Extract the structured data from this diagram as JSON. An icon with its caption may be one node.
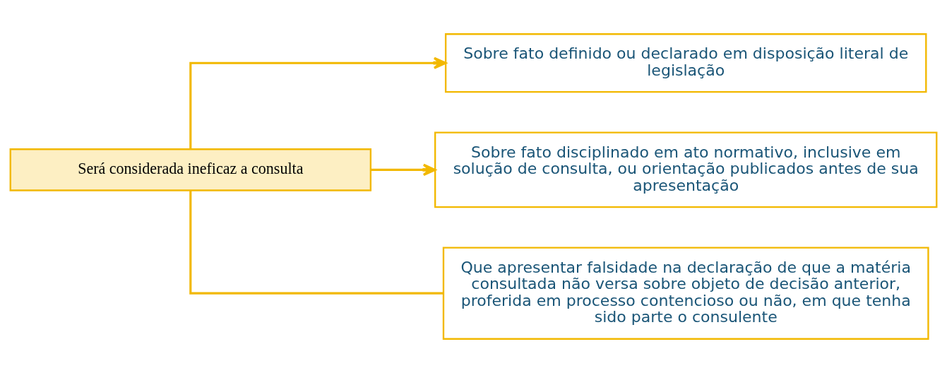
{
  "diagram": {
    "nodes": [
      {
        "text": [
          "Será considerada ineficaz a consulta"
        ]
      },
      {
        "text": [
          "Sobre fato definido ou declarado em disposição literal de legislação"
        ]
      },
      {
        "text": [
          "Sobre fato disciplinado em ato normativo, inclusive em solução de consulta, ou orientação publicados antes de sua apresentação"
        ]
      },
      {
        "text": [
          "Que apresentar falsidade na declaração de que a matéria consultada não versa sobre objeto de decisão anterior, proferida em processo contencioso ou não, em que tenha sido parte o consulente"
        ]
      }
    ],
    "edges": [
      {
        "from": 0,
        "to": 1,
        "arrow": "to"
      },
      {
        "from": 0,
        "to": 2,
        "arrow": "to"
      },
      {
        "from": 0,
        "to": 3,
        "arrow": "none"
      }
    ]
  }
}
